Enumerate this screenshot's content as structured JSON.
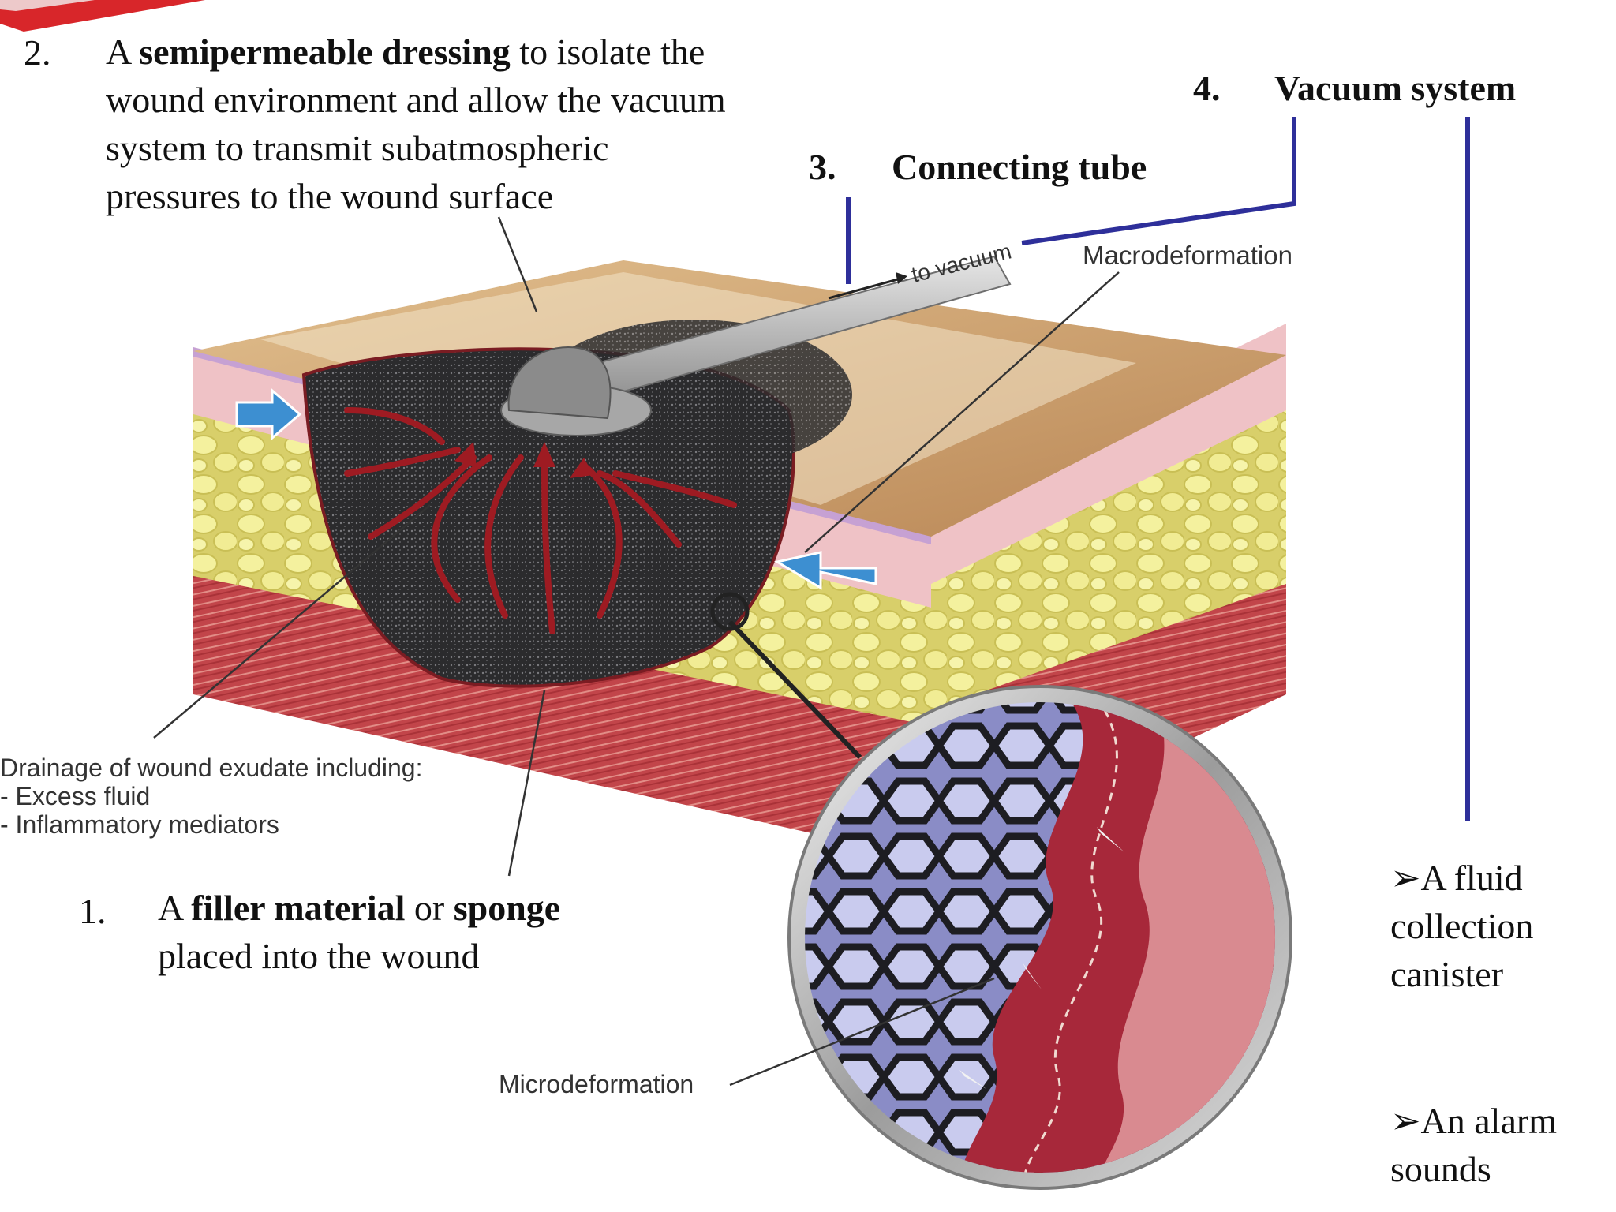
{
  "item2": {
    "number": "2.",
    "line1_pre": "A ",
    "line1_bold": "semipermeable dressing",
    "line1_post": " to isolate the",
    "line2": "wound environment and allow the vacuum",
    "line3": "system to transmit subatmospheric",
    "line4": "pressures to the wound surface"
  },
  "item3": {
    "number": "3.",
    "label": "Connecting tube"
  },
  "item4": {
    "number": "4.",
    "label": "Vacuum system"
  },
  "item1": {
    "number": "1.",
    "pre": "A ",
    "bold1": "filler material",
    "mid": " or ",
    "bold2": "sponge",
    "line2": "placed into the wound"
  },
  "labels": {
    "to_vacuum": "to vacuum",
    "macrodeformation": "Macrodeformation",
    "microdeformation": "Microdeformation",
    "drainage_title": "Drainage of wound exudate including:",
    "drainage_item1": "- Excess fluid",
    "drainage_item2": "- Inflammatory mediators"
  },
  "bullets": {
    "b1_line1": "A fluid",
    "b1_line2": "collection",
    "b1_line3": "canister",
    "b2_line1": "An alarm",
    "b2_line2": "sounds",
    "marker": "➢"
  },
  "colors": {
    "bracket": "#2e2f9a",
    "foam": "#2c2c2e",
    "flow_arrow": "#9e1b22",
    "push_arrow": "#3d8fd1",
    "fat": "#f2ee9a",
    "muscle": "#c8484a",
    "skin_top": "#c99a6a"
  }
}
